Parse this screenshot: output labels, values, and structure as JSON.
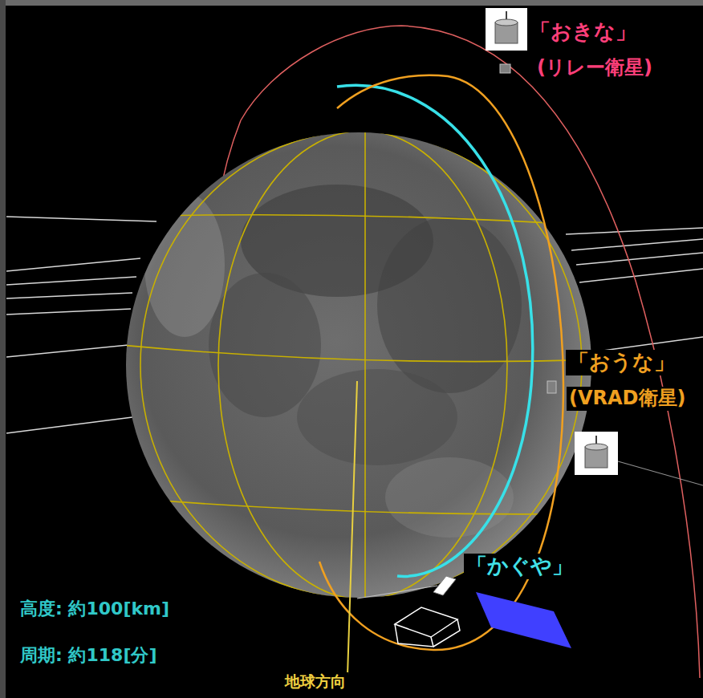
{
  "diagram": {
    "labels": [
      "「おきな」",
      "(リレー衛星)",
      "「おうな」",
      "(VRAD衛星)",
      "「かぐや」",
      "高度: 約100[km]",
      "周期: 約118[分]",
      "地球方向"
    ]
  }
}
